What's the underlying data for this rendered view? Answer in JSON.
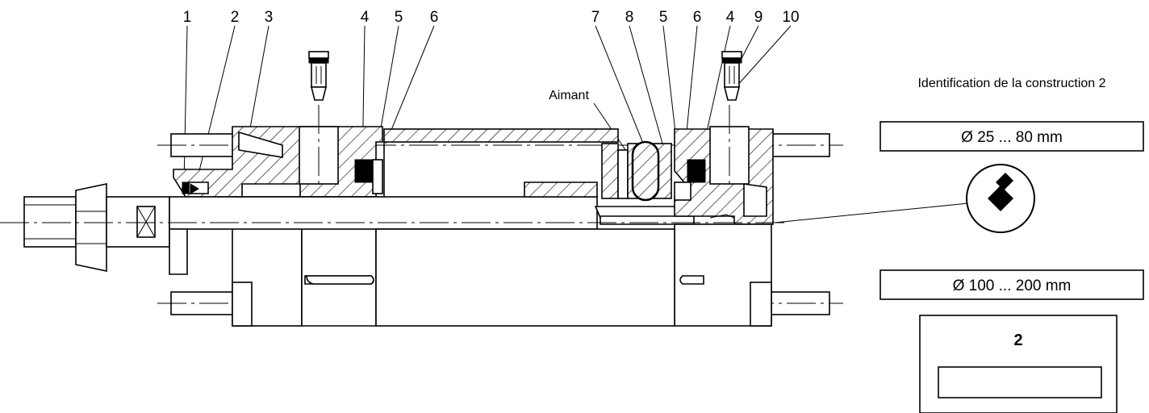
{
  "part_numbers": {
    "left": [
      "1",
      "2",
      "3",
      "4",
      "5",
      "6"
    ],
    "right": [
      "7",
      "8",
      "5",
      "6",
      "4",
      "9",
      "10"
    ]
  },
  "annotation_magnet": "Aimant",
  "identification_title": "Identification de la construction 2",
  "range_small": "Ø 25 ... 80 mm",
  "range_large": "Ø 100 ... 200 mm",
  "construction_mark": "2",
  "colors": {
    "line": "#000000",
    "background": "#ffffff"
  }
}
